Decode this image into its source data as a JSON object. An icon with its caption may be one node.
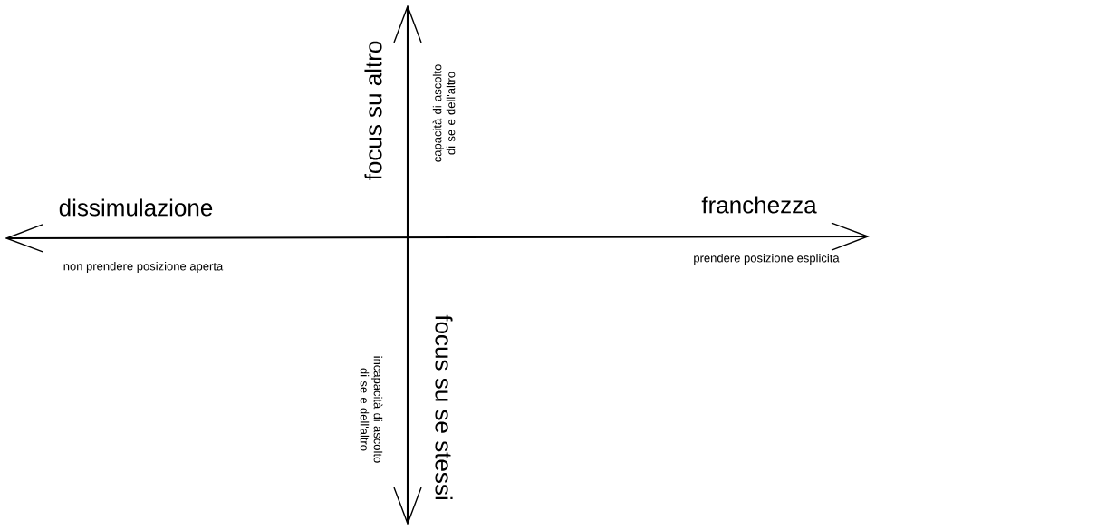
{
  "diagram": {
    "labels": [
      "focus su altro",
      "capacità di ascolto di se e dell'altro",
      "dissimulazione",
      "franchezza",
      "non prendere posizione aperta",
      "prendere posizione esplicita",
      "incapacità di ascolto di se e dell'altro",
      "focus su se stessi"
    ]
  }
}
